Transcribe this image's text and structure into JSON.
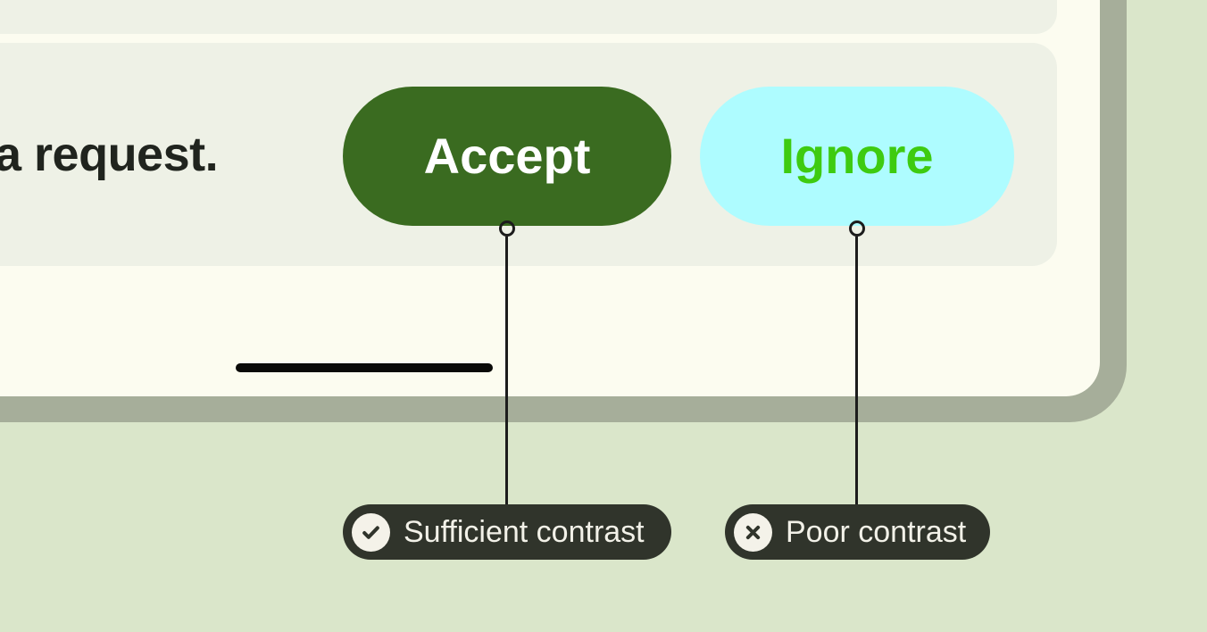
{
  "illustration": {
    "message": {
      "text": "a request."
    },
    "buttons": [
      {
        "label": "Accept",
        "background": "#3a6b20",
        "text_color": "#ffffff",
        "contrast": "sufficient"
      },
      {
        "label": "Ignore",
        "background": "#aefcff",
        "text_color": "#3ecb10",
        "contrast": "poor"
      }
    ],
    "annotations": [
      {
        "label": "Sufficient contrast",
        "icon": "check-circle-icon"
      },
      {
        "label": "Poor contrast",
        "icon": "x-circle-icon"
      }
    ],
    "colors": {
      "page_background": "#dae6ca",
      "device_frame": "#a6ae9a",
      "device_screen": "#fcfcf0",
      "card": "#eef1e6",
      "message_text": "#20241e",
      "annotation_pill": "#30342b",
      "annotation_text": "#f2f1e8",
      "connector_line": "#1c1c1c",
      "home_indicator": "#0a0a08"
    }
  }
}
